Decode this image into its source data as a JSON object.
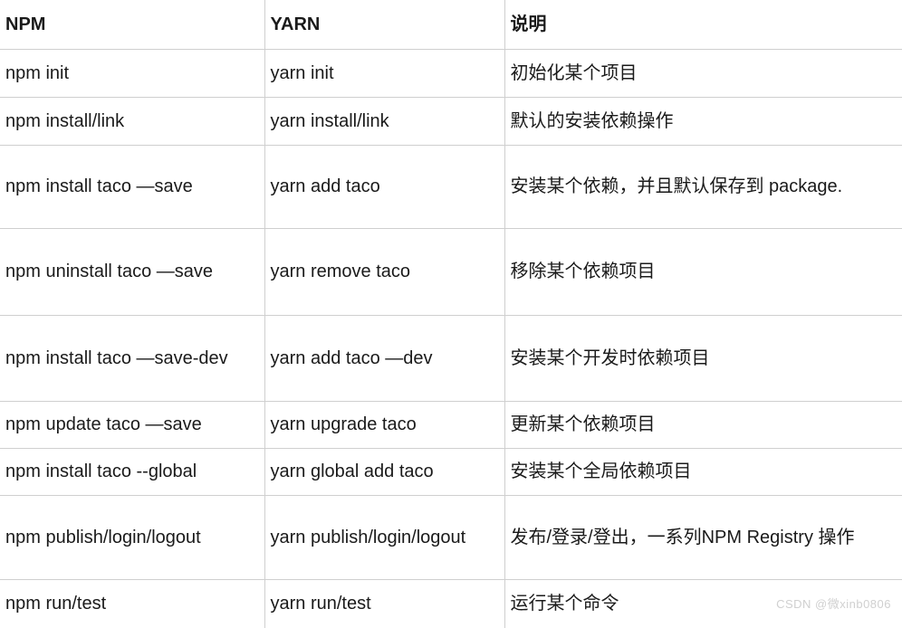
{
  "table": {
    "headers": [
      "NPM",
      "YARN",
      "说明"
    ],
    "rows": [
      {
        "npm": "npm init",
        "yarn": "yarn init",
        "desc": "初始化某个项目"
      },
      {
        "npm": "npm install/link",
        "yarn": "yarn install/link",
        "desc": "默认的安装依赖操作"
      },
      {
        "npm": "npm install taco —save",
        "yarn": "yarn add taco",
        "desc": "安装某个依赖，并且默认保存到 package."
      },
      {
        "npm": "npm uninstall taco —save",
        "yarn": "yarn remove taco",
        "desc": "移除某个依赖项目"
      },
      {
        "npm": "npm install taco —save-dev",
        "yarn": "yarn add taco —dev",
        "desc": "安装某个开发时依赖项目"
      },
      {
        "npm": "npm update taco —save",
        "yarn": "yarn upgrade taco",
        "desc": "更新某个依赖项目"
      },
      {
        "npm": "npm install taco --global",
        "yarn": "yarn global add taco",
        "desc": "安装某个全局依赖项目"
      },
      {
        "npm": "npm publish/login/logout",
        "yarn": "yarn publish/login/logout",
        "desc": "发布/登录/登出，一系列NPM Registry 操作"
      },
      {
        "npm": "npm run/test",
        "yarn": "yarn run/test",
        "desc": "运行某个命令"
      }
    ]
  },
  "watermark": {
    "text": "CSDN @微xinb0806"
  },
  "colors": {
    "border": "#cfcfcf",
    "text": "#1a1a1a",
    "background": "#ffffff",
    "watermark": "#d0d0d0"
  }
}
